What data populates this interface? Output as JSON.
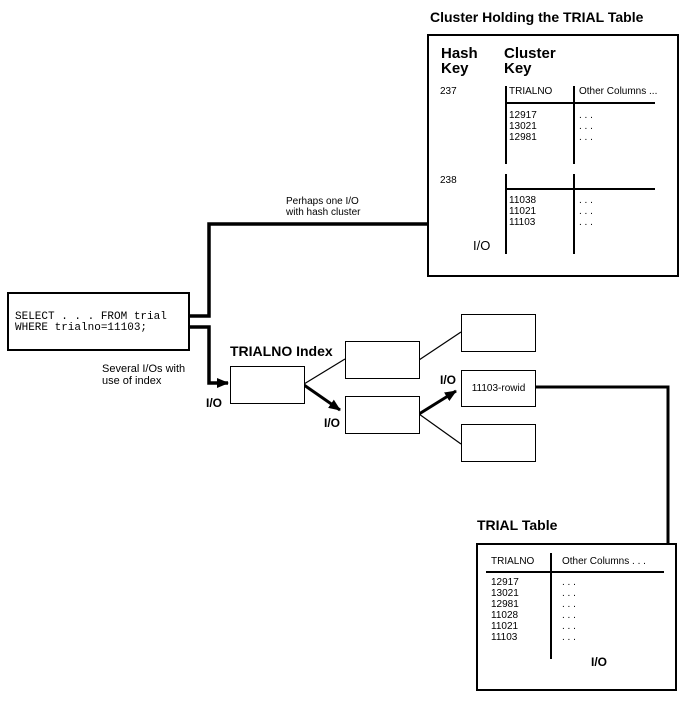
{
  "cluster": {
    "title": "Cluster Holding the TRIAL Table",
    "hash_key_header": "Hash Key",
    "cluster_key_header": "Cluster Key",
    "col_trialno": "TRIALNO",
    "col_other": "Other Columns ...",
    "blocks": [
      {
        "hash": "237",
        "rows": [
          "12917",
          "13021",
          "12981"
        ],
        "other": [
          ". . .",
          ". . .",
          ". . ."
        ]
      },
      {
        "hash": "238",
        "rows": [
          "11038",
          "11021",
          "11103"
        ],
        "other": [
          ". . .",
          ". . .",
          ". . ."
        ]
      }
    ],
    "io_label": "I/O"
  },
  "hash_path": {
    "label_line1": "Perhaps one I/O",
    "label_line2": "with hash cluster"
  },
  "sql": {
    "line1": "SELECT . . . FROM trial",
    "line2": "WHERE trialno=11103;"
  },
  "index_path": {
    "label_line1": "Several I/Os with",
    "label_line2": "use of index"
  },
  "index": {
    "title": "TRIALNO Index",
    "leaf_rowid": "11103-rowid",
    "io_labels": [
      "I/O",
      "I/O",
      "I/O"
    ]
  },
  "trial_table": {
    "title": "TRIAL Table",
    "col_trialno": "TRIALNO",
    "col_other": "Other Columns . . .",
    "rows": [
      "12917",
      "13021",
      "12981",
      "11028",
      "11021",
      "11103"
    ],
    "other": [
      ". . .",
      ". . .",
      ". . .",
      ". . .",
      ". . .",
      ". . ."
    ],
    "io_label": "I/O"
  }
}
